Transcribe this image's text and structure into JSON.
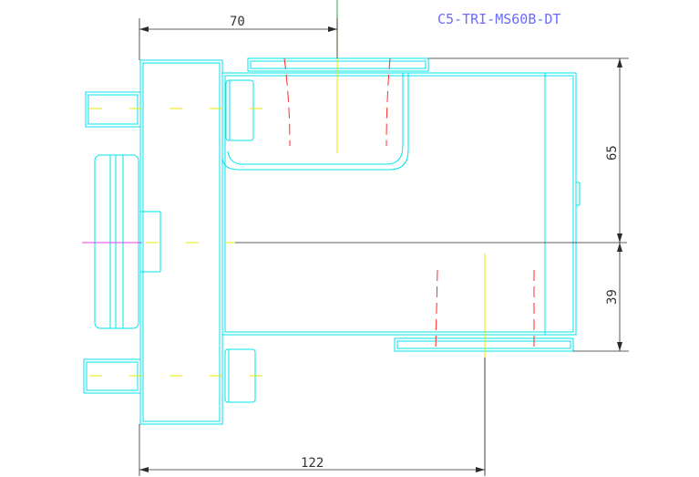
{
  "title": "C5-TRI-MS60B-DT",
  "dimensions": {
    "top_width": "70",
    "right_upper": "65",
    "right_lower": "39",
    "bottom_width": "122"
  },
  "colors": {
    "outline": "#00e5ee",
    "hidden": "#ff2a2a",
    "center": "#e8e800",
    "dimension": "#2b2b2b",
    "title": "#6b6bff"
  }
}
